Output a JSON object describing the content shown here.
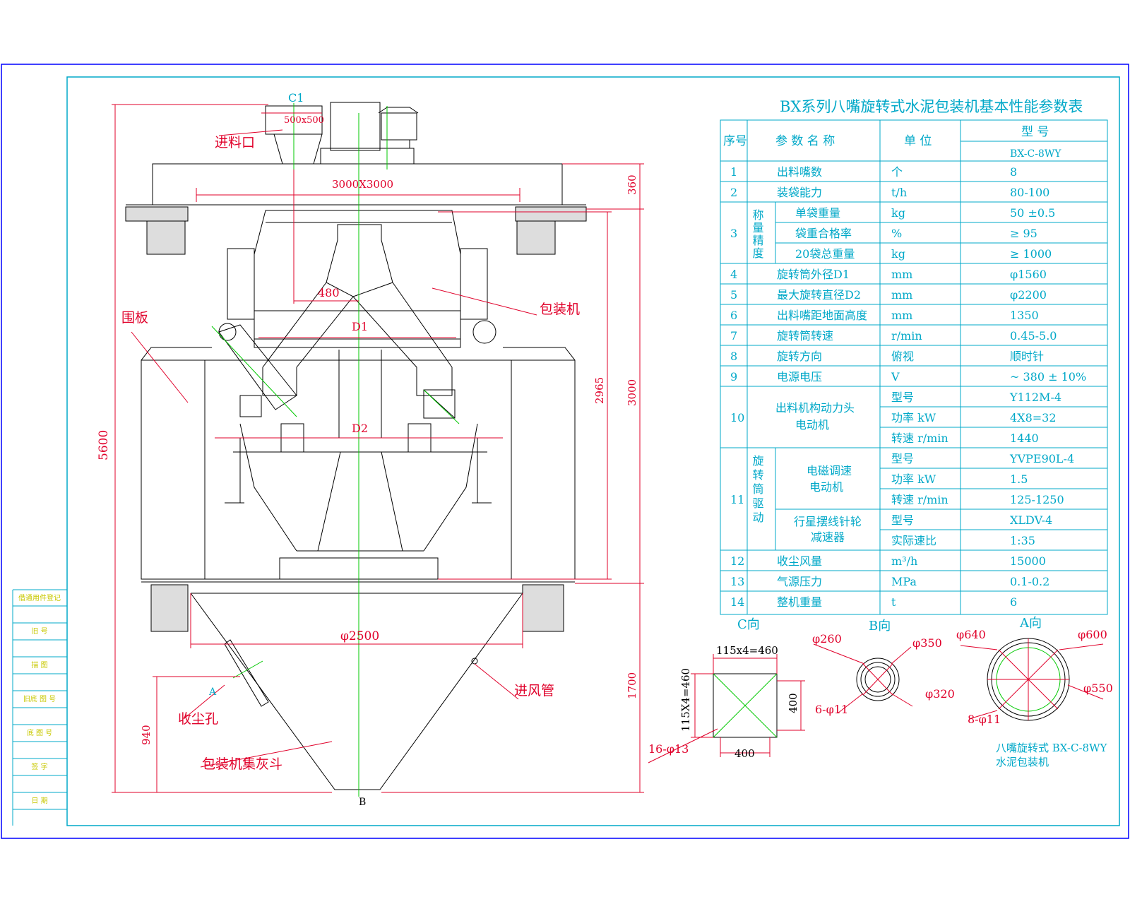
{
  "colors": {
    "frame": "#0000ff",
    "cyan": "#00a8c8",
    "red": "#e0002a",
    "green": "#00c800",
    "yellow": "#c8c800",
    "black": "#000000"
  },
  "table": {
    "title": "BX系列八嘴旋转式水泥包装机基本性能参数表",
    "header": {
      "no": "序号",
      "param": "参 数 名 称",
      "unit": "单 位",
      "model": "型 号",
      "model_value": "BX-C-8WY"
    },
    "rows": [
      {
        "no": "1",
        "group": "",
        "sub": "",
        "name": "出料嘴数",
        "unit": "个",
        "value": "8"
      },
      {
        "no": "2",
        "group": "",
        "sub": "",
        "name": "装袋能力",
        "unit": "t/h",
        "value": "80-100"
      },
      {
        "no": "",
        "group": "称量精度",
        "sub": "",
        "name": "单袋重量",
        "unit": "kg",
        "value": "50 ±0.5"
      },
      {
        "no": "3",
        "group": "",
        "sub": "",
        "name": "袋重合格率",
        "unit": "%",
        "value": "≥ 95"
      },
      {
        "no": "",
        "group": "",
        "sub": "",
        "name": "20袋总重量",
        "unit": "kg",
        "value": "≥ 1000"
      },
      {
        "no": "4",
        "group": "",
        "sub": "",
        "name": "旋转筒外径D1",
        "unit": "mm",
        "value": "φ1560"
      },
      {
        "no": "5",
        "group": "",
        "sub": "",
        "name": "最大旋转直径D2",
        "unit": "mm",
        "value": "φ2200"
      },
      {
        "no": "6",
        "group": "",
        "sub": "",
        "name": "出料嘴距地面高度",
        "unit": "mm",
        "value": "1350"
      },
      {
        "no": "7",
        "group": "",
        "sub": "",
        "name": "旋转筒转速",
        "unit": "r/min",
        "value": "0.45-5.0"
      },
      {
        "no": "8",
        "group": "",
        "sub": "",
        "name": "旋转方向",
        "unit": "俯视",
        "value": "顺时针"
      },
      {
        "no": "9",
        "group": "",
        "sub": "",
        "name": "电源电压",
        "unit": "V",
        "value": "~ 380 ± 10%"
      },
      {
        "no": "",
        "group": "",
        "sub": "出料机构动力头电动机",
        "name": "",
        "unit": "型号",
        "value": "Y112M-4"
      },
      {
        "no": "10",
        "group": "",
        "sub": "",
        "name": "",
        "unit": "功率 kW",
        "value": "4X8=32"
      },
      {
        "no": "",
        "group": "",
        "sub": "",
        "name": "",
        "unit": "转速 r/min",
        "value": "1440"
      },
      {
        "no": "",
        "group": "旋转筒驱动",
        "sub": "电磁调速电动机",
        "name": "",
        "unit": "型号",
        "value": "YVPE90L-4"
      },
      {
        "no": "",
        "group": "",
        "sub": "",
        "name": "",
        "unit": "功率 kW",
        "value": "1.5"
      },
      {
        "no": "11",
        "group": "",
        "sub": "",
        "name": "",
        "unit": "转速 r/min",
        "value": "125-1250"
      },
      {
        "no": "",
        "group": "",
        "sub": "行星摆线针轮减速器",
        "name": "",
        "unit": "型号",
        "value": "XLDV-4"
      },
      {
        "no": "",
        "group": "",
        "sub": "",
        "name": "",
        "unit": "实际速比",
        "value": "1:35"
      },
      {
        "no": "12",
        "group": "",
        "sub": "",
        "name": "收尘风量",
        "unit": "m³/h",
        "value": "15000"
      },
      {
        "no": "13",
        "group": "",
        "sub": "",
        "name": "气源压力",
        "unit": "MPa",
        "value": "0.1-0.2"
      },
      {
        "no": "14",
        "group": "",
        "sub": "",
        "name": "整机重量",
        "unit": "t",
        "value": "6"
      }
    ],
    "group_labels": {
      "weigh": "称量精度",
      "motor10_a": "出料机构动力头",
      "motor10_b": "电动机",
      "drive11": "旋转筒驱动",
      "motor11_a": "电磁调速",
      "motor11_b": "电动机",
      "reducer_a": "行星摆线针轮",
      "reducer_b": "减速器"
    }
  },
  "machine_labels": {
    "feed_port": "进料口",
    "feed_size": "500x500",
    "c1": "C1",
    "platform_size": "3000X3000",
    "packer": "包装机",
    "fence": "围板",
    "d1": "D1",
    "d2": "D2",
    "dim_480": "480",
    "dust_hole": "收尘孔",
    "air_inlet": "进风管",
    "hopper": "包装机集灰斗",
    "phi2500": "φ2500",
    "a_mark": "A",
    "b_mark": "B",
    "dim_360": "360",
    "dim_3000": "3000",
    "dim_2965": "2965",
    "dim_5600": "5600",
    "dim_1700": "1700",
    "dim_940": "940"
  },
  "views": {
    "c_title": "C向",
    "c_top": "115x4=460",
    "c_left": "115X4=460",
    "c_right": "400",
    "c_bottom": "400",
    "c_holes": "16-φ13",
    "b_title": "B向",
    "b_260": "φ260",
    "b_350": "φ350",
    "b_320": "φ320",
    "b_holes": "6-φ11",
    "a_title": "A向",
    "a_640": "φ640",
    "a_600": "φ600",
    "a_550": "φ550",
    "a_holes": "8-φ11"
  },
  "caption": {
    "line1": "八嘴旋转式 BX-C-8WY",
    "line2": "水泥包装机"
  },
  "side_strip": [
    "借通用件登记",
    "旧 号",
    "描 图",
    "旧底 图 号",
    "底 图 号",
    "签 字",
    "日 期"
  ]
}
